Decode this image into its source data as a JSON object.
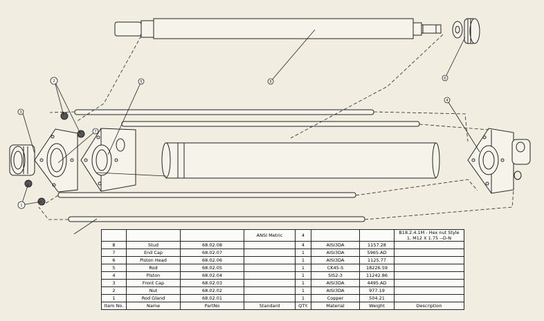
{
  "callouts": [
    {
      "number": "8"
    },
    {
      "number": "6"
    },
    {
      "number": "3"
    },
    {
      "number": "2"
    },
    {
      "number": "1"
    },
    {
      "number": "7"
    },
    {
      "number": "5"
    },
    {
      "number": "4"
    }
  ],
  "bom": {
    "headers": [
      "Item No.",
      "Name",
      "PartNo",
      "Standard",
      "QTY.",
      "Material",
      "Weight",
      "Description"
    ],
    "top_row": {
      "standard": "ANSI Metric",
      "qty": "4",
      "description_line1": "B18.2.4.1M - Hex nut Style",
      "description_line2": "1, M12 X 1.75 --D-N"
    },
    "rows": [
      {
        "item": "8",
        "name": "Stud",
        "part_no": "68.02.08",
        "standard": "",
        "qty": "4",
        "material": "AISI3DA",
        "weight": "1157.28",
        "description": ""
      },
      {
        "item": "7",
        "name": "End Cap",
        "part_no": "68.02.07",
        "standard": "",
        "qty": "1",
        "material": "AISI3DA",
        "weight": "5965.AD",
        "description": ""
      },
      {
        "item": "6",
        "name": "Piston Head",
        "part_no": "68.02.06",
        "standard": "",
        "qty": "1",
        "material": "AISI3DA",
        "weight": "1125.77",
        "description": ""
      },
      {
        "item": "5",
        "name": "Rod",
        "part_no": "68.02.05",
        "standard": "",
        "qty": "1",
        "material": "CK45-S",
        "weight": "18226.59",
        "description": ""
      },
      {
        "item": "4",
        "name": "Piston",
        "part_no": "68.02.04",
        "standard": "",
        "qty": "1",
        "material": "SIS2-3",
        "weight": "11242.86",
        "description": ""
      },
      {
        "item": "3",
        "name": "Front Cap",
        "part_no": "68.02.03",
        "standard": "",
        "qty": "1",
        "material": "AISI3DA",
        "weight": "4495.AD",
        "description": ""
      },
      {
        "item": "2",
        "name": "Nut",
        "part_no": "68.02.02",
        "standard": "",
        "qty": "1",
        "material": "AISI3DA",
        "weight": "977.19",
        "description": ""
      },
      {
        "item": "1",
        "name": "Rod Gland",
        "part_no": "68.02.01",
        "standard": "",
        "qty": "1",
        "material": "Copper",
        "weight": "504.21",
        "description": ""
      }
    ]
  },
  "colors": {
    "background": "#f1ede0",
    "line": "#222222"
  }
}
